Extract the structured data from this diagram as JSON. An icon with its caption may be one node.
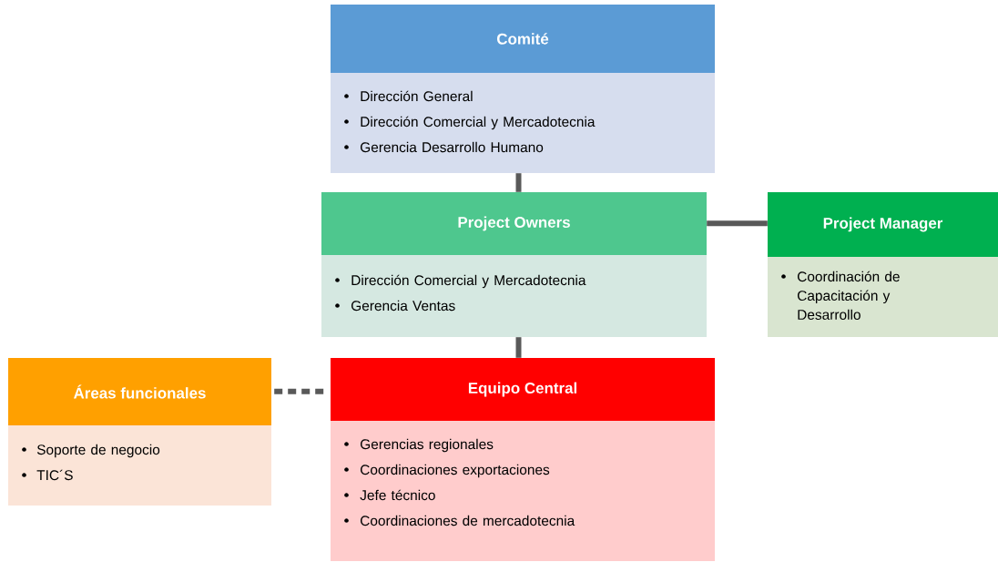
{
  "diagram": {
    "nodes": [
      {
        "text": [
          "Comité",
          "Dirección General",
          "Dirección Comercial y Mercadotecnia",
          "Gerencia Desarrollo Humano"
        ]
      },
      {
        "text": [
          "Project Owners",
          "Dirección Comercial y Mercadotecnia",
          "Gerencia Ventas"
        ]
      },
      {
        "text": [
          "Project Manager",
          "Coordinación de Capacitación y Desarrollo"
        ]
      },
      {
        "text": [
          "Áreas funcionales",
          "Soporte de negocio",
          "TIC´S"
        ]
      },
      {
        "text": [
          "Equipo Central",
          "Gerencias regionales",
          "Coordinaciones exportaciones",
          "Jefe técnico",
          "Coordinaciones de mercadotecnia"
        ]
      }
    ],
    "edges": [
      {
        "from": 0,
        "to": 1,
        "arrow": "none"
      },
      {
        "from": 1,
        "to": 2,
        "arrow": "none"
      },
      {
        "from": 1,
        "to": 4,
        "arrow": "none"
      },
      {
        "from": 3,
        "to": 4,
        "arrow": "none",
        "style": "dashed"
      }
    ]
  }
}
